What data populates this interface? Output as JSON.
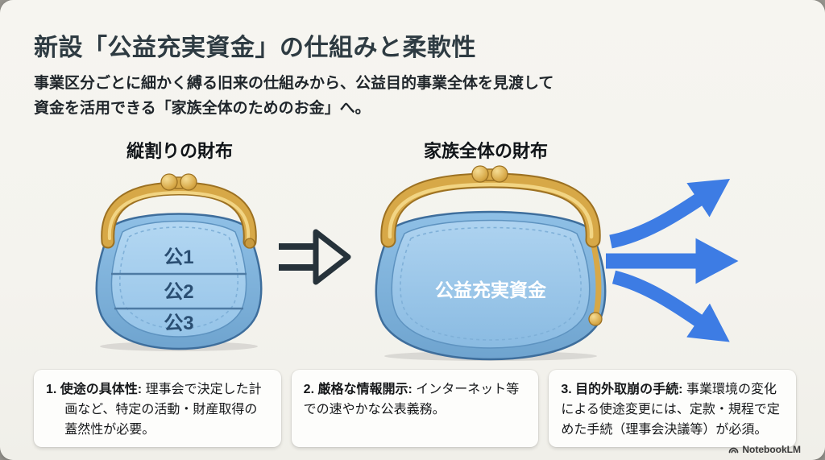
{
  "slide": {
    "title": "新設「公益充実資金」の仕組みと柔軟性",
    "subtitle_line1": "事業区分ごとに細かく縛る旧来の仕組みから、公益目的事業全体を見渡して",
    "subtitle_line2": "資金を活用できる「家族全体のためのお金」へ。"
  },
  "diagram": {
    "left_purse": {
      "label": "縦割りの財布",
      "sections": [
        "公1",
        "公2",
        "公3"
      ]
    },
    "right_purse": {
      "label": "家族全体の財布",
      "content": "公益充実資金"
    }
  },
  "notes": [
    {
      "lead": "1. 使途の具体性:",
      "body": "理事会で決定した計画など、特定の活動・財産取得の蓋然性が必要。"
    },
    {
      "lead": "2. 厳格な情報開示:",
      "body": "インターネット等での速やかな公表義務。"
    },
    {
      "lead": "3. 目的外取崩の手続:",
      "body": "事業環境の変化による使途変更には、定款・規程で定めた手続（理事会決議等）が必須。"
    }
  ],
  "watermark": {
    "label": "NotebookLM"
  },
  "colors": {
    "slide_bg": "#f5f4ef",
    "title": "#2e3b42",
    "purse_blue": "#8fc0e6",
    "purse_panel_blue": "#aed3f0",
    "gold": "#d7a847",
    "outflow_arrow_blue": "#3d7ce4",
    "transition_arrow_dark": "#26323a"
  }
}
